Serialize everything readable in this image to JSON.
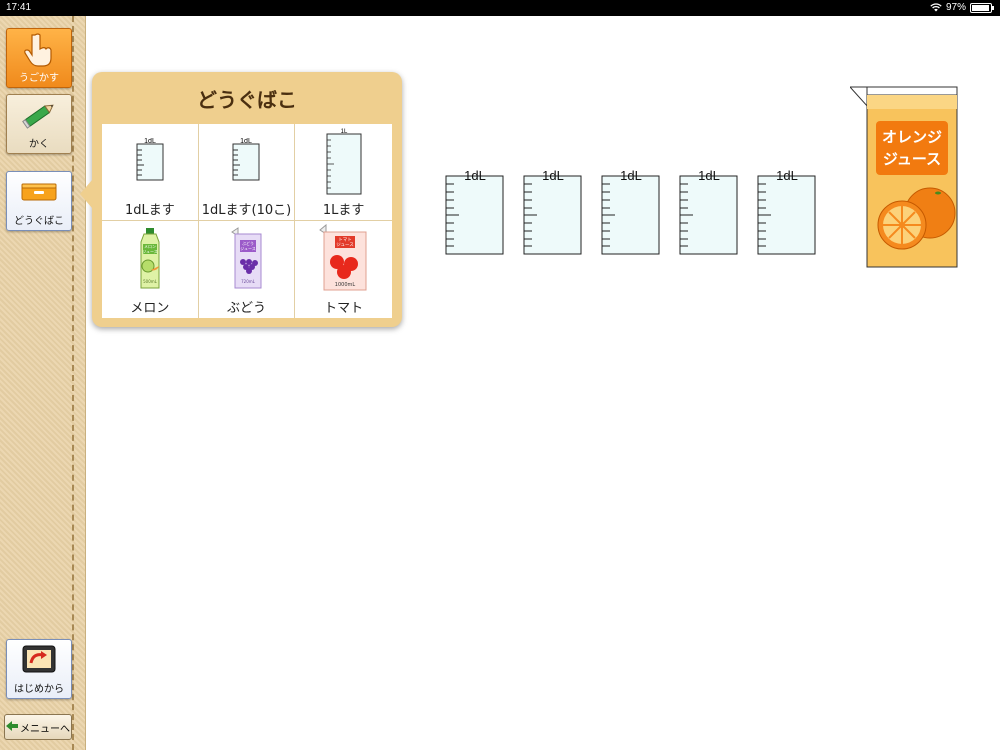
{
  "status": {
    "time": "17:41",
    "battery": "97%",
    "battery_level": 0.97
  },
  "sidebar": {
    "move_label": "うごかす",
    "draw_label": "かく",
    "toolbox_label": "どうぐばこ",
    "restart_label": "はじめから",
    "menu_label": "メニューへ"
  },
  "toolbox": {
    "title": "どうぐばこ",
    "items": [
      {
        "label": "1dLます",
        "mark": "1dL"
      },
      {
        "label": "1dLます(10こ)",
        "mark": "1dL"
      },
      {
        "label": "1Lます",
        "mark": "1L"
      },
      {
        "label": "メロン",
        "mark": "メロン ジュース",
        "volume": "500mL"
      },
      {
        "label": "ぶどう",
        "mark": "ぶどう ジュース",
        "volume": "720mL"
      },
      {
        "label": "トマト",
        "mark": "トマト ジュース",
        "volume": "1000mL"
      }
    ]
  },
  "workspace": {
    "cups": [
      "1dL",
      "1dL",
      "1dL",
      "1dL",
      "1dL"
    ],
    "juice_line1": "オレンジ",
    "juice_line2": "ジュース"
  },
  "colors": {
    "accent_orange": "#f08a1c",
    "panel": "#efcf8e",
    "sidebar": "#e9d2a6",
    "cup_fill": "#eefafa",
    "juice_box": "#f8c35c"
  }
}
